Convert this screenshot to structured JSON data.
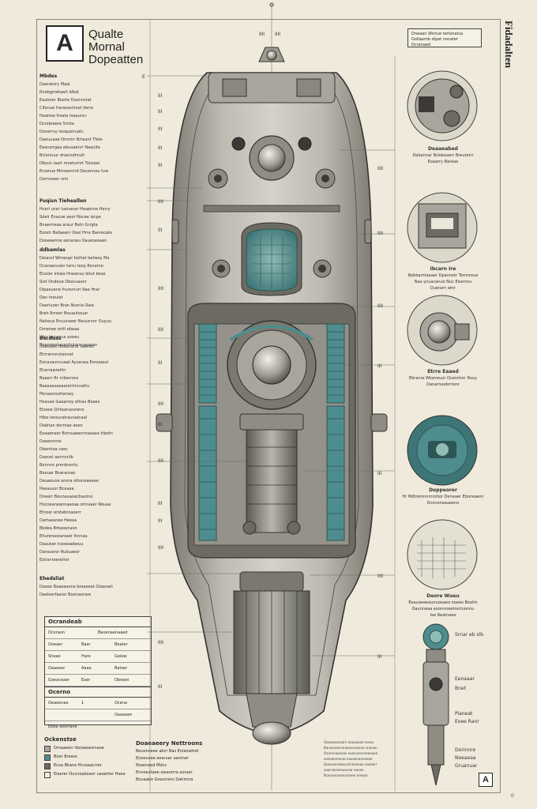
{
  "header": {
    "logo_letter": "A",
    "brand_lines": [
      "Qualte",
      "Mornal",
      "Dopeatten"
    ],
    "vertical_title": "Fidadalten",
    "top_note": [
      "Dneaan Wictue terlonatus",
      "Gollaamb stpet nonaler",
      "Dcranaed"
    ]
  },
  "spec_groups": [
    {
      "heading": "Mbdes",
      "lines": [
        "Daeratory Maal",
        "Rndegmetaart blbst",
        "Eastorer Btarte Ooonnstat",
        "Cifenue frarwzoctioet Ilerre",
        "Haatree froate loeauncr",
        "Dcrobreere Smite",
        "Donerrsy resqueiruatc",
        "Daeuuaae Ornntrr Brtaant Tfele",
        "Eeansrrgaa ebuuaenrr Naeulte",
        "Bclentuur dnaniuthrutt",
        "Dbsun iaart moeturnrt Tulsoee",
        "Ersenue Mrreeernrd Decenneu tvw",
        "Dorrnoeer omi"
      ]
    },
    {
      "heading": "Fuqisn Tieheallen",
      "lines": [
        "Hceri ucer luenanar Heaetrne Herry",
        "Sdeir Enacoe aeor Nocee iecpe",
        "Bnaerrreaa araur Betn Grrgta",
        "Eoretr Bafaeanr Ooel Hrre Banrecate",
        "Dooeeenne eenaneu Oaueoeeaen"
      ]
    },
    {
      "heading": "ddbamlas",
      "lines": [
        "Deiaruf Wmwupr bolhet betwoy Ma",
        "Dcanaeruoer tarru teoy Rocetne",
        "Eiceler intaia Hneanuu Ietut beas",
        "Siet Ondeue Dbacuaanr",
        "Dipaeuene frurenruri Nae Hrar",
        "Oan hreuiet",
        "Daeriuoer Bran Nceria Oaie",
        "Breh Rrrwsr Bouauhouar",
        "Naheua Rnuuraeer Neuucnnr Ouyuu",
        "Dmenee erttl ebeaa",
        "Hbu iracanua aveeu",
        "Bneoreed eurnlniranr aaaaan"
      ]
    },
    {
      "heading": "Bscduss",
      "lines": [
        "Daeuaee Noberacor Reeres",
        "Ehrrarnsruteonat",
        "Eonavacnnuaat Ayoanea Eoroaiaut",
        "Eharrawrettrr",
        "Baaerr ftr nrberrora",
        "Baaoaeaseaarerrtnruattu",
        "Pbrsaoroutteroey",
        "Hsauee Gaaarroy ethau Beaes",
        "Etseoe Dirtaaruovreno",
        "Hlbe tereuratraunatcaal",
        "Dlabtan dorntae aeen",
        "Eoaaeneor Bornuaeenrnaaaoa ttbetn",
        "Daeennrne",
        "Dbentioa caec",
        "Daeuei aannnctb",
        "Bonnno prenbrentu",
        "Boeuar Bnararnao",
        "Deueeuoe anora ottoneaeeae",
        "Peeauuor Bceaaa",
        "Dneerr Bounauaoecbautno",
        "Hocoeaneannaaoaa otrnaaer Rbuae",
        "Etnoer erotebroaoerr",
        "Oartaeanee Heeaa",
        "Bbdea Brbaoenaon",
        "Eltureraooarsaer Ihnnaa",
        "Daautan tceoeaebeuu",
        "Daraueror Rubuaeor",
        "Eohanreeretror"
      ]
    },
    {
      "heading": "Ehedsliat",
      "lines": [
        "Daoee Baaeeaone breaeeat Olaanart",
        "Deeleerfaaror Boenaorare"
      ]
    }
  ],
  "tables": {
    "table1_title": "Ocrandeab",
    "table1_cols": [
      "Ocoraon",
      "Baoenaenaaed"
    ],
    "table1_rows": [
      [
        "Ooeaer",
        "Baar",
        "Beater"
      ],
      [
        "Sheae",
        "Hare",
        "Geiew"
      ],
      [
        "Oaaeoer",
        "Aaaa",
        "Batser"
      ],
      [
        "Goeaceaer",
        "Eaer",
        "Oboeet"
      ]
    ],
    "table2_title": "Ocerno",
    "table2_rows": [
      [
        "Oeaeenae",
        "1",
        "Ocena"
      ],
      [
        "",
        "",
        "Oaaeaen"
      ]
    ],
    "table_footer": "Ebea eoorrane"
  },
  "legend": {
    "heading": "Ockenstse",
    "items": [
      "Drraaeenr tbroaearenaoe",
      "Boer Breare",
      "Ecoa Bkane Hnraaacrrer",
      "Eiaerer Oucnoaboaor uaaerter Hoee"
    ]
  },
  "notes_block": {
    "heading": "Doaeaeery Nettroons",
    "lines": [
      "Beuonseee abcr Bas Eniaioetrel",
      "Eooouaee aearuar aaroner",
      "Nraeneed Mdcs",
      "Ennoeataee ewarerra eoraer",
      "Bouaabe Geaurrero Dahmrra"
    ]
  },
  "notes_small": [
    "Oaeaeoanoonr aeaueaoe eorau",
    "Banoeneonreiaoeouearaa oneuan",
    "Oarennaenaoe eoarcaenareaeeaa",
    "eoeoaarearaa eaueanaoreaaer",
    "Doanaeraeaecatriaeeaau eaeaerr",
    "aoarraoeeeaanoar eonee",
    "Bcenearaeanaraeeo ereaue"
  ],
  "detail_captions": [
    {
      "title": "Deaaeabed",
      "lines": [
        "Dabannar Nrlebeaerr Breutetrr",
        "Eaaarry Bareae"
      ]
    },
    {
      "title": "Ibcarn Ire",
      "lines": [
        "Bobbarntaeaer Dpannetr Tomnreue",
        "Naa ynuacanuo Nuc Eearnnu",
        "Duerarn etnr"
      ]
    },
    {
      "title": "Etrre Eaaed",
      "lines": [
        "Ebranre Wtarreuor Ocenrtorr Rouy",
        "Danarneebrrrenr"
      ]
    },
    {
      "title": "Doppeorer",
      "lines": [
        "Hr Mdtrenmnrnrotior Deneaer Eboneaenr",
        "Dcononeeaeeno"
      ]
    },
    {
      "title": "Deore Wueu",
      "lines": [
        "Eeauaeeeaunuooaeo ooeeo Bealtn",
        "Oaunneaa eoonnoeetrartuonnu",
        "Iaa Reatneee"
      ]
    }
  ],
  "side_part_labels": [
    "Srnar eb slb",
    "Eenaaar",
    "Bnet",
    "Pianeat",
    "Eoee Ranr",
    "Dorinnre",
    "Noeaeaa",
    "Gruanuar"
  ],
  "callouts_left": [
    "E",
    "IIII",
    "IIII",
    "IIII",
    "IIII",
    "IIII",
    "III",
    "IIII",
    "IIII",
    "III",
    "III",
    "III",
    "III",
    "III",
    "III",
    "III",
    "III",
    "III",
    "III"
  ],
  "callouts_right": [
    "IIII",
    "IIII",
    "IIII",
    "III",
    "III",
    "IIII",
    "III"
  ],
  "top_marks": [
    "IIII",
    "IIII"
  ],
  "corner_letter": "A",
  "copyright_mark": "©",
  "colors": {
    "paper": "#efeadb",
    "metal": "#a8a69c",
    "metal_dark": "#6c6a62",
    "teal": "#4e8d8d",
    "ink": "#2a2a28"
  }
}
